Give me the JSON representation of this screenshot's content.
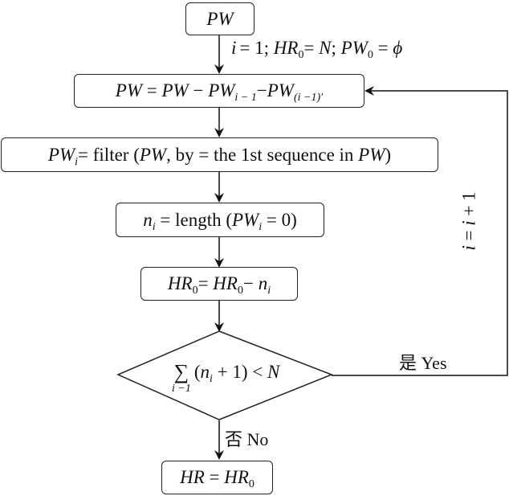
{
  "diagram": {
    "type": "flowchart",
    "nodes": {
      "start": {
        "text": "PW"
      },
      "update_pw": {
        "lhs": "PW",
        "eq": "=",
        "t1": "PW",
        "minus1": "−",
        "t2": "PW",
        "t2_sub": "i − 1",
        "minus2": "−",
        "t3": "PW",
        "t3_sub": "(i −1)′"
      },
      "filter": {
        "lhs": "PW",
        "lhs_sub": "i",
        "eq": "= filter (",
        "arg1": "PW",
        "mid": ", by = the 1st sequence in ",
        "arg2": "PW",
        "close": ")"
      },
      "length": {
        "lhs": "n",
        "lhs_sub": "i",
        "eq": "= length (",
        "arg": "PW",
        "arg_sub": "i",
        "rest": "= 0)"
      },
      "hr_update": {
        "lhs": "HR",
        "lhs_sub": "0",
        "eq": "=",
        "t1": "HR",
        "t1_sub": "0",
        "minus": "−",
        "t2": "n",
        "t2_sub": "i"
      },
      "decision": {
        "sigma": "∑",
        "sigma_lower": "i −1",
        "open": "(",
        "n": "n",
        "n_sub": "i",
        "rest": "+ 1) <",
        "N": "N"
      },
      "end": {
        "lhs": "HR",
        "eq": "=",
        "rhs": "HR",
        "rhs_sub": "0"
      }
    },
    "edge_labels": {
      "init": {
        "i": "i",
        "p1": "= 1; ",
        "hr": "HR",
        "hr_sub": "0",
        "p2": "= ",
        "n": "N",
        "p3": "; ",
        "pw": "PW",
        "pw_sub": "0",
        "p4": " = ",
        "phi": "ϕ"
      },
      "yes": "是 Yes",
      "no": "否 No",
      "loop": {
        "i": "i",
        "eq": " = ",
        "i2": "i",
        "rest": " + 1"
      }
    },
    "edges": [
      {
        "from": "start",
        "to": "update_pw",
        "label": "init"
      },
      {
        "from": "update_pw",
        "to": "filter"
      },
      {
        "from": "filter",
        "to": "length"
      },
      {
        "from": "length",
        "to": "hr_update"
      },
      {
        "from": "hr_update",
        "to": "decision"
      },
      {
        "from": "decision",
        "to": "end",
        "label": "no"
      },
      {
        "from": "decision",
        "to": "update_pw",
        "label": "yes",
        "loop_label": "loop"
      }
    ]
  }
}
